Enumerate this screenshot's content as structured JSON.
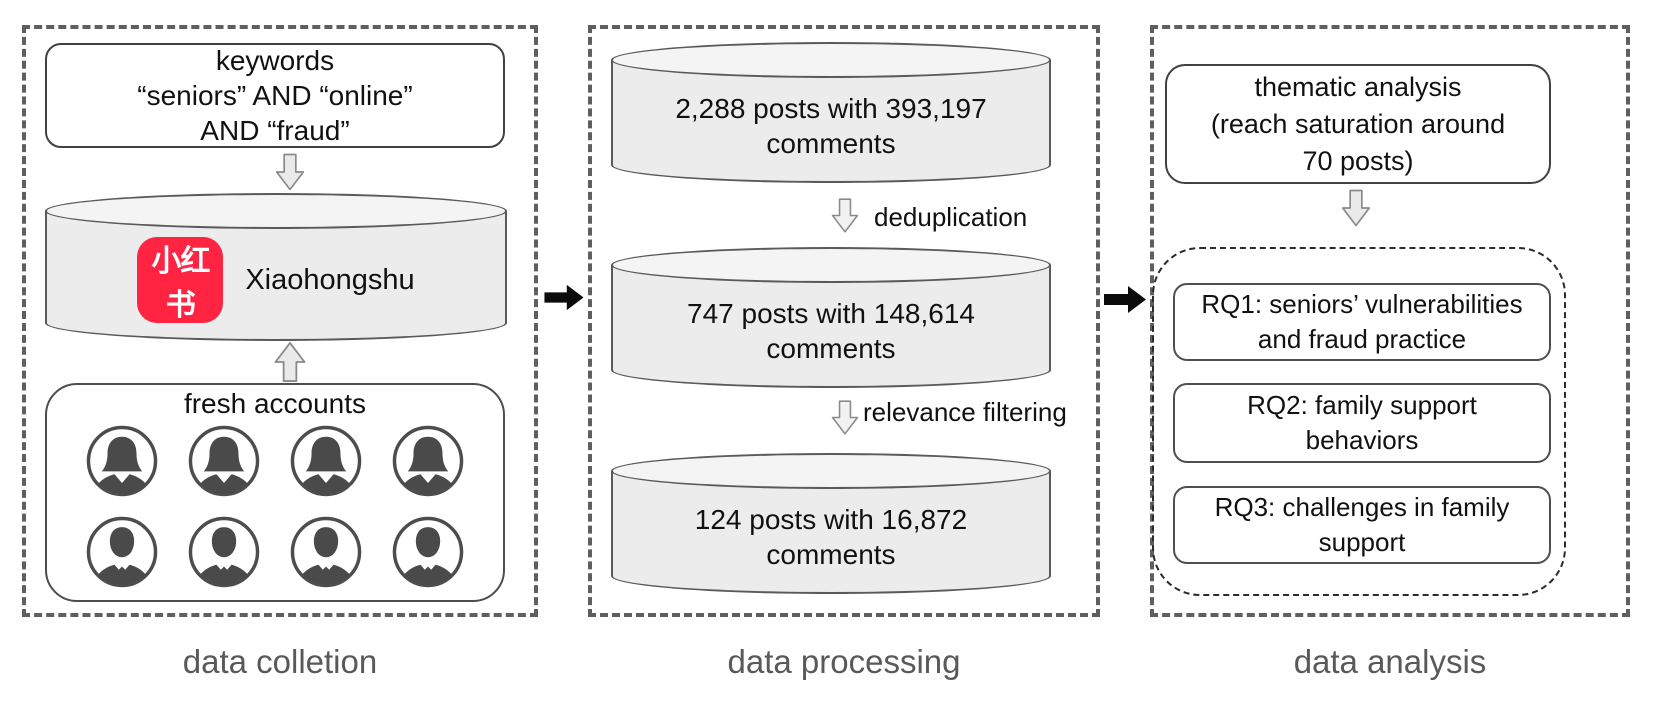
{
  "panel_collection": {
    "label": "data colletion",
    "keywords_box": "keywords\n“seniors” AND “online”\nAND “fraud”",
    "platform": {
      "logo_text": "小红书",
      "name": "Xiaohongshu"
    },
    "fresh_accounts": {
      "title": "fresh accounts",
      "rows": [
        [
          "female",
          "female",
          "female",
          "female"
        ],
        [
          "male",
          "male",
          "male",
          "male"
        ]
      ]
    }
  },
  "panel_processing": {
    "label": "data processing",
    "cylinders": [
      "2,288 posts with 393,197\ncomments",
      "747 posts with 148,614\ncomments",
      "124 posts with 16,872\ncomments"
    ],
    "steps": [
      "deduplication",
      "relevance filtering"
    ]
  },
  "panel_analysis": {
    "label": "data analysis",
    "thematic_box": "thematic analysis\n(reach saturation around\n70 posts)",
    "research_questions": [
      "RQ1: seniors’ vulnerabilities\nand fraud practice",
      "RQ2: family support\nbehaviors",
      "RQ3: challenges in family\nsupport"
    ]
  },
  "colors": {
    "xiaohongshu_red": "#FF2442",
    "panel_border_gray": "#5F5F5F",
    "label_gray": "#595959",
    "cylinder_fill": "#ECECEC",
    "avatar_gray": "#4A4A4A"
  }
}
